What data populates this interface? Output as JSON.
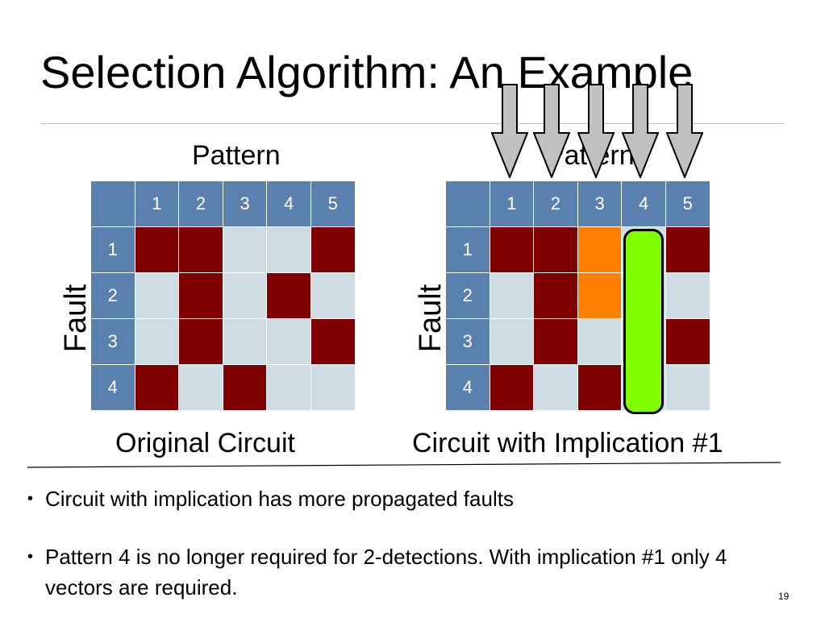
{
  "slide": {
    "title": "Selection Algorithm: An Example",
    "page_number": "19"
  },
  "left": {
    "pattern_label": "Pattern",
    "fault_label": "Fault",
    "caption": "Original Circuit",
    "columns": [
      "1",
      "2",
      "3",
      "4",
      "5"
    ],
    "rows": [
      {
        "label": "1",
        "cells": [
          "dark",
          "dark",
          "light",
          "light",
          "dark"
        ]
      },
      {
        "label": "2",
        "cells": [
          "light",
          "dark",
          "light",
          "dark",
          "light"
        ]
      },
      {
        "label": "3",
        "cells": [
          "light",
          "dark",
          "light",
          "light",
          "dark"
        ]
      },
      {
        "label": "4",
        "cells": [
          "dark",
          "light",
          "dark",
          "light",
          "light"
        ]
      }
    ]
  },
  "right": {
    "pattern_label": "Pattern",
    "fault_label": "Fault",
    "caption": "Circuit with Implication #1",
    "columns": [
      "1",
      "2",
      "3",
      "4",
      "5"
    ],
    "rows": [
      {
        "label": "1",
        "cells": [
          "dark",
          "dark",
          "orange",
          "green",
          "dark"
        ]
      },
      {
        "label": "2",
        "cells": [
          "light",
          "dark",
          "orange",
          "green",
          "light"
        ]
      },
      {
        "label": "3",
        "cells": [
          "light",
          "dark",
          "light",
          "green",
          "dark"
        ]
      },
      {
        "label": "4",
        "cells": [
          "dark",
          "light",
          "dark",
          "green",
          "light"
        ]
      }
    ],
    "highlight_column": "4",
    "arrow_count": 5
  },
  "bullets": [
    "Circuit with implication has more propagated faults",
    "Pattern 4 is no longer required for 2-detections. With implication #1 only 4 vectors are required."
  ],
  "colors": {
    "header": "#5a80ae",
    "detected": "#800000",
    "undetected": "#cfdce4",
    "implied": "#ff7f00",
    "removed_pattern": "#80ff00",
    "arrow": "#c0c0c0"
  }
}
